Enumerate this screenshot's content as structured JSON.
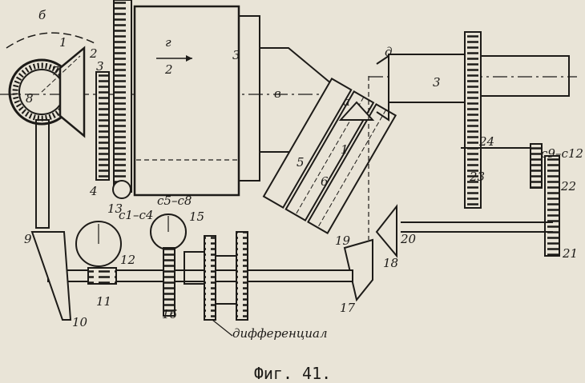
{
  "figure": {
    "caption": "Фиг. 41.",
    "labels": {
      "b": "б",
      "g": "г",
      "v": "в",
      "a": "а",
      "d": "д",
      "n1_gear": "1",
      "n2_gear": "2",
      "n3_gear": "3",
      "n7": "7",
      "n8": "8",
      "n2_drum": "2",
      "n3_drum": "3",
      "n3_right": "3",
      "n1_incl": "1",
      "n5": "5",
      "n6": "6",
      "n4": "4",
      "n13": "13",
      "c1_c4": "c1–c4",
      "c5_c8": "c5–c8",
      "n15": "15",
      "n12": "12",
      "n9": "9",
      "n11": "11",
      "n10": "10",
      "n16": "16",
      "differential": "дифференциал",
      "n17": "17",
      "n18": "18",
      "n19": "19",
      "n20": "20",
      "n21": "21",
      "n22": "22",
      "n23": "23",
      "n24": "24",
      "c9_c12": "c9–c12"
    }
  }
}
